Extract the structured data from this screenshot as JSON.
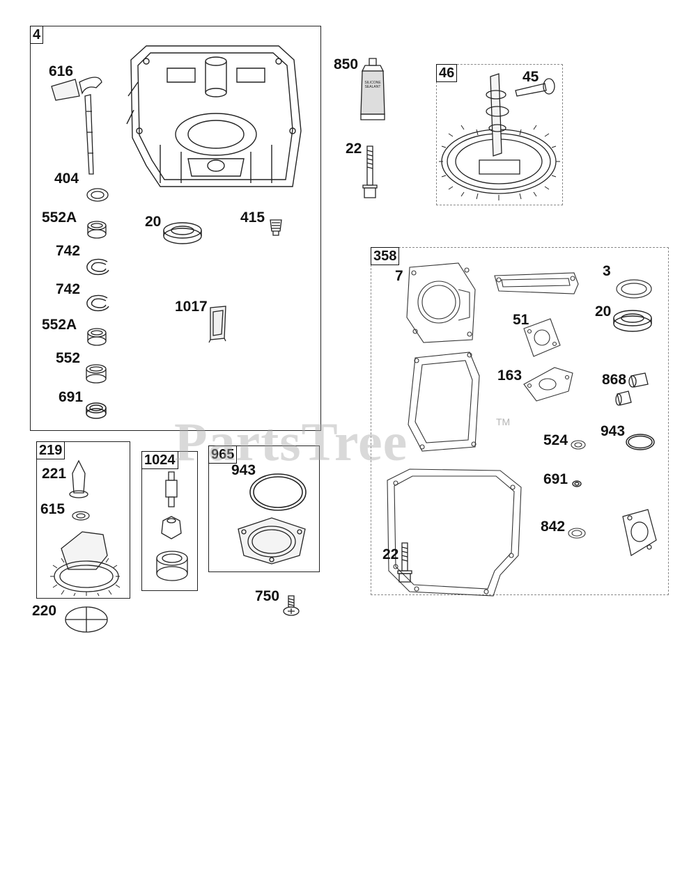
{
  "watermark": {
    "text": "PartsTree",
    "tm": "TM"
  },
  "groups": {
    "g4": "4",
    "g46": "46",
    "g358": "358",
    "g219": "219",
    "g1024": "1024",
    "g965": "965"
  },
  "callouts": {
    "c616": "616",
    "c404": "404",
    "c552a_1": "552A",
    "c742_1": "742",
    "c742_2": "742",
    "c552a_2": "552A",
    "c552": "552",
    "c691_a": "691",
    "c20_a": "20",
    "c415": "415",
    "c1017": "1017",
    "c850": "850",
    "c22_a": "22",
    "c45": "45",
    "c7": "7",
    "c3": "3",
    "c51": "51",
    "c20_b": "20",
    "c163": "163",
    "c868": "868",
    "c524": "524",
    "c943_b": "943",
    "c691_b": "691",
    "c842": "842",
    "c22_b": "22",
    "c221": "221",
    "c615": "615",
    "c220": "220",
    "c943_a": "943",
    "c750": "750"
  },
  "tube_text": "SILICONE SEALANT"
}
